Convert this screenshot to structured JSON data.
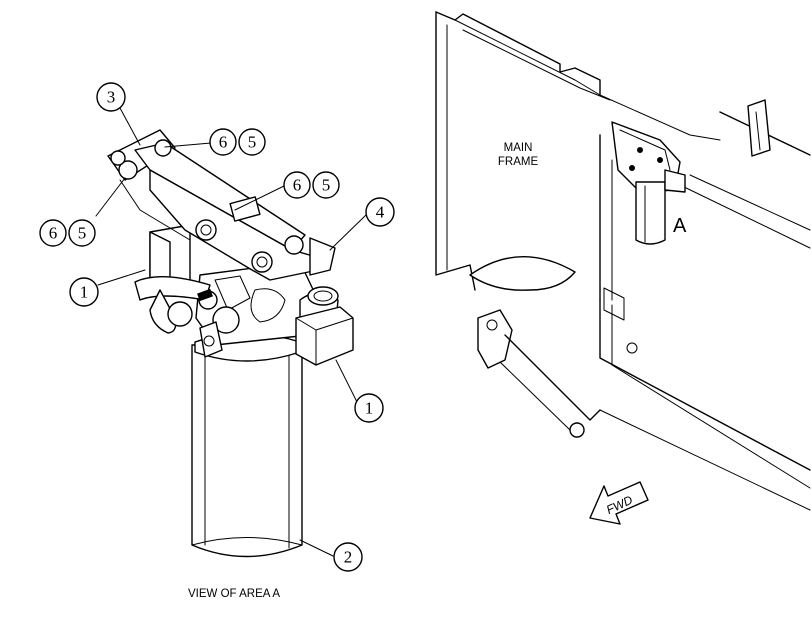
{
  "callouts": {
    "c3": "3",
    "c6_top": "6",
    "c5_top": "5",
    "c6_mid": "6",
    "c5_mid": "5",
    "c4": "4",
    "c6_left": "6",
    "c5_left": "5",
    "c1_left": "1",
    "c1_right": "1",
    "c2": "2"
  },
  "labels": {
    "view_caption": "VIEW OF AREA A",
    "main_frame_line1": "MAIN",
    "main_frame_line2": "FRAME",
    "area_marker": "A",
    "fwd": "FWD"
  }
}
